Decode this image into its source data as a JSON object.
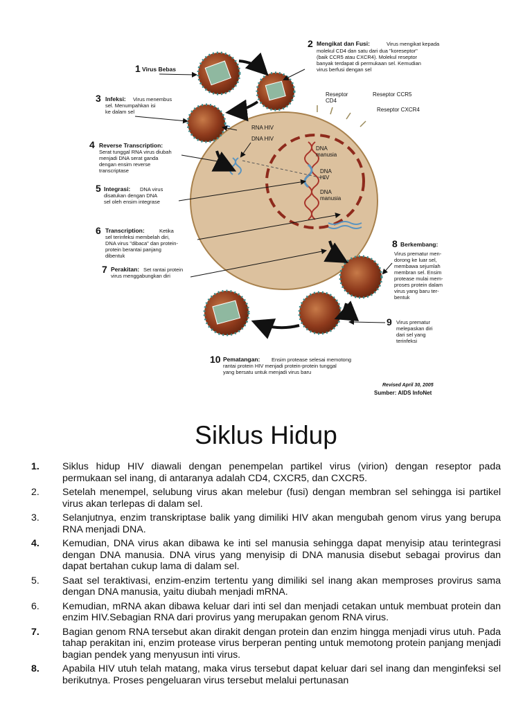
{
  "diagram": {
    "steps": [
      {
        "n": "1",
        "title": "Virus Bebas",
        "text": []
      },
      {
        "n": "2",
        "title": "Mengikat dan Fusi:",
        "title_tail": "Virus mengikat kepada",
        "text": [
          "molekul CD4 dan satu dari dua \"koreseptor\"",
          "(baik CCR5 atau CXCR4). Molekul reseptor",
          "banyak terdapat di permukaan sel. Kemudian",
          "virus berfusi dengan sel"
        ]
      },
      {
        "n": "3",
        "title": "Infeksi:",
        "title_tail": "Virus menembus",
        "text": [
          "sel. Menumpahkan isi",
          "ke dalam sel"
        ]
      },
      {
        "n": "4",
        "title": "Reverse Transcription:",
        "title_tail": "",
        "text": [
          "Serat tunggal RNA virus diubah",
          "menjadi DNA serat ganda",
          "dengan ensim reverse",
          "transcriptase"
        ]
      },
      {
        "n": "5",
        "title": "Integrasi:",
        "title_tail": "DNA virus",
        "text": [
          "disatukan dengan DNA",
          "sel oleh ensim integrase"
        ]
      },
      {
        "n": "6",
        "title": "Transcription:",
        "title_tail": "Ketika",
        "text": [
          "sel terinfeksi membelah diri,",
          "DNA virus \"dibaca\" dan protein-",
          "protein berantai panjang",
          "dibentuk"
        ]
      },
      {
        "n": "7",
        "title": "Perakitan:",
        "title_tail": "Set rantai protein",
        "text": [
          "virus menggabungkan diri"
        ]
      },
      {
        "n": "8",
        "title": "Berkembang:",
        "title_tail": "",
        "text": [
          "Virus prematur men-",
          "dorong ke luar sel,",
          "membawa sejumlah",
          "membran sel. Ensim",
          "protease mulai mem-",
          "proses protein dalam",
          "virus yang baru ter-",
          "bentuk"
        ]
      },
      {
        "n": "9",
        "title": "",
        "title_tail": "Virus prematur",
        "text": [
          "melepaskan diri",
          "dari sel yang",
          "terinfeksi"
        ]
      },
      {
        "n": "10",
        "title": "Pematangan:",
        "title_tail": "Ensim protease selesai memotong",
        "text": [
          "rantai protein HIV menjadi protein-protein tunggal",
          "yang bersatu untuk menjadi virus baru"
        ]
      }
    ],
    "labels": {
      "reseptor_cd4": [
        "Reseptor",
        "CD4"
      ],
      "reseptor_ccr5": "Reseptor CCR5",
      "reseptor_cxcr4": "Reseptor CXCR4",
      "rna_hiv": "RNA HIV",
      "dna_hiv": "DNA HIV",
      "dna_manusia_1": [
        "DNA",
        "manusia"
      ],
      "dna_hiv_2": [
        "DNA",
        "HIV"
      ],
      "dna_manusia_2": [
        "DNA",
        "manusia"
      ]
    },
    "revised": "Revised April 30, 2005",
    "source": "Sumber: AIDS InfoNet"
  },
  "title": "Siklus Hidup",
  "list": [
    {
      "num": "1.",
      "bold": true,
      "text": "Siklus hidup HIV diawali dengan penempelan partikel virus (virion) dengan reseptor pada permukaan sel inang, di antaranya adalah CD4, CXCR5, dan CXCR5."
    },
    {
      "num": "2.",
      "bold": false,
      "text": "Setelah menempel, selubung virus akan melebur (fusi) dengan membran sel sehingga isi partikel virus akan terlepas di dalam sel."
    },
    {
      "num": "3.",
      "bold": false,
      "text": "Selanjutnya, enzim transkriptase balik yang dimiliki HIV akan mengubah genom virus yang berupa RNA menjadi DNA."
    },
    {
      "num": "4.",
      "bold": true,
      "text": "Kemudian, DNA virus akan dibawa ke inti sel manusia sehingga dapat menyisip atau terintegrasi dengan DNA manusia. DNA virus yang menyisip di DNA manusia disebut sebagai provirus dan dapat bertahan cukup lama di dalam sel."
    },
    {
      "num": "5.",
      "bold": false,
      "text": "Saat sel teraktivasi, enzim-enzim tertentu yang dimiliki sel inang akan memproses provirus sama dengan DNA manusia, yaitu diubah menjadi mRNA."
    },
    {
      "num": "6.",
      "bold": false,
      "text": "Kemudian, mRNA akan dibawa keluar dari inti sel dan menjadi cetakan untuk membuat protein dan enzim HIV.Sebagian RNA dari provirus yang merupakan genom RNA virus."
    },
    {
      "num": "7.",
      "bold": true,
      "text": "Bagian genom RNA tersebut akan dirakit dengan protein dan enzim hingga menjadi virus utuh. Pada tahap perakitan ini, enzim protease virus berperan penting untuk memotong protein panjang menjadi bagian pendek yang menyusun inti virus."
    },
    {
      "num": "8.",
      "bold": true,
      "text": "Apabila HIV utuh telah matang, maka virus tersebut dapat keluar dari sel inang dan menginfeksi sel berikutnya. Proses pengeluaran virus tersebut melalui pertunasan"
    }
  ]
}
